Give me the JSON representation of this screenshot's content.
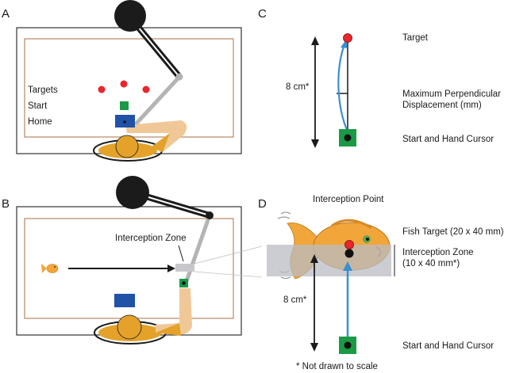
{
  "panels": {
    "A": {
      "letter": "A",
      "labels": {
        "targets": "Targets",
        "start": "Start",
        "home": "Home"
      }
    },
    "B": {
      "letter": "B",
      "labels": {
        "interception_zone": "Interception Zone"
      }
    },
    "C": {
      "letter": "C",
      "labels": {
        "target": "Target",
        "max_disp_line1": "Maximum Perpendicular",
        "max_disp_line2": "Displacement (mm)",
        "distance": "8 cm*",
        "start_cursor": "Start and Hand Cursor"
      }
    },
    "D": {
      "letter": "D",
      "labels": {
        "interception_point": "Interception Point",
        "fish_target": "Fish Target (20 x 40 mm)",
        "zone_line1": "Interception Zone",
        "zone_line2": "(10 x 40 mm*)",
        "distance": "8 cm*",
        "start_cursor": "Start and Hand Cursor"
      }
    }
  },
  "footnote": "* Not drawn to scale",
  "colors": {
    "target_red": "#e8262b",
    "start_green": "#1a9a45",
    "home_blue": "#2052a8",
    "path_blue": "#3b8fd0",
    "robot_dark": "#1b1b1b",
    "arm_gray": "#b4b4b4",
    "workspace_brown": "#b88763",
    "skin": "#f0c898",
    "body_orange": "#e4a22a",
    "fish_orange": "#f2a63a",
    "zone_gray": "#b9bcc3"
  }
}
